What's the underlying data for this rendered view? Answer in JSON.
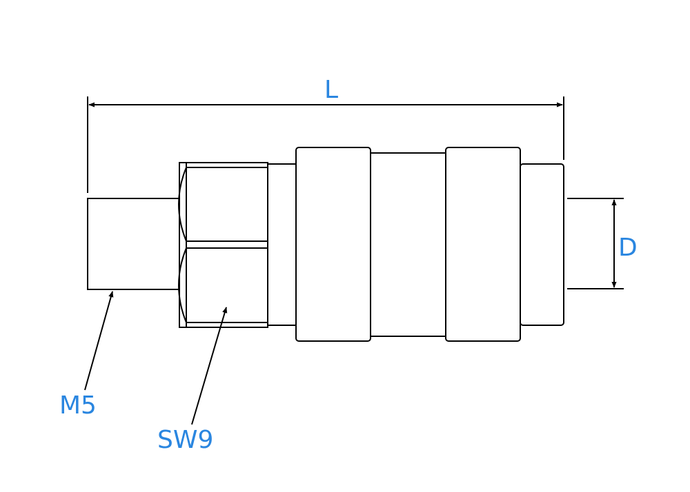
{
  "labels": {
    "length": "L",
    "diameter": "D",
    "thread": "M5",
    "wrench_size": "SW9"
  },
  "colors": {
    "label": "#2a86e0",
    "line": "#000000",
    "background": "#ffffff"
  }
}
